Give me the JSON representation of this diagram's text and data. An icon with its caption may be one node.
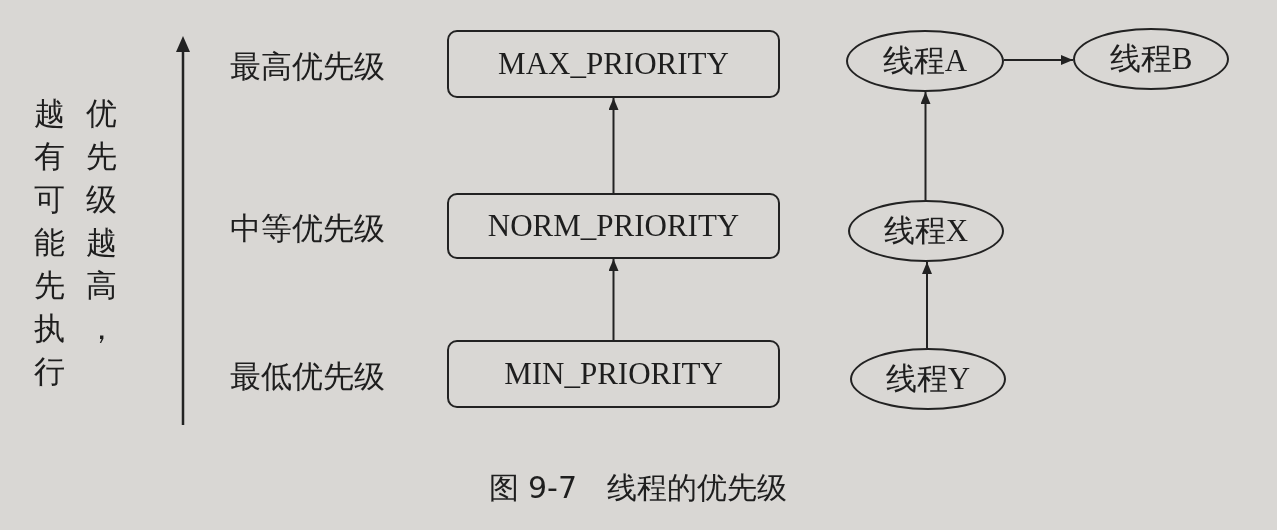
{
  "diagram": {
    "caption": "图 9-7　线程的优先级",
    "nodes": [
      {
        "text": [
          "MAX_PRIORITY"
        ],
        "beside": [
          "最高优先级"
        ]
      },
      {
        "text": [
          "NORM_PRIORITY"
        ],
        "beside": [
          "中等优先级"
        ]
      },
      {
        "text": [
          "MIN_PRIORITY"
        ],
        "beside": [
          "最低优先级"
        ]
      },
      {
        "text": [
          "线程A"
        ]
      },
      {
        "text": [
          "线程B"
        ]
      },
      {
        "text": [
          "线程X"
        ]
      },
      {
        "text": [
          "线程Y"
        ]
      }
    ],
    "edges": [
      {
        "from": 2,
        "to": 1,
        "arrow": "to"
      },
      {
        "from": 1,
        "to": 0,
        "arrow": "to"
      },
      {
        "from": 3,
        "to": 4,
        "arrow": "to"
      },
      {
        "from": 5,
        "to": 3,
        "arrow": "to"
      },
      {
        "from": 6,
        "to": 5,
        "arrow": "to"
      }
    ],
    "labels": [
      "优先级越高，",
      "越有可能先执行"
    ]
  }
}
